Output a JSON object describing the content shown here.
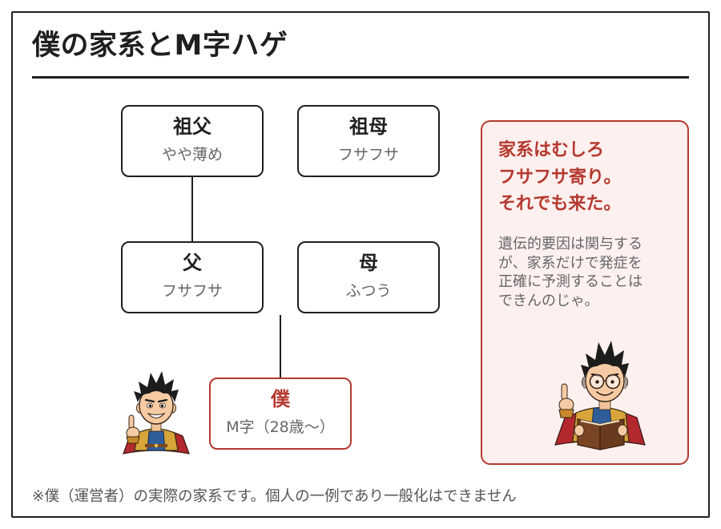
{
  "title": "僕の家系とM字ハゲ",
  "tree": {
    "grandfather": {
      "role": "祖父",
      "status": "やや薄め"
    },
    "grandmother": {
      "role": "祖母",
      "status": "フサフサ"
    },
    "father": {
      "role": "父",
      "status": "フサフサ"
    },
    "mother": {
      "role": "母",
      "status": "ふつう"
    },
    "self": {
      "role": "僕",
      "status": "M字（28歳〜）"
    }
  },
  "note": {
    "headline": [
      "家系はむしろ",
      "フサフサ寄り。",
      "それでも来た。"
    ],
    "body": [
      "遺伝的要因は関与する",
      "が、家系だけで発症を",
      "正確に予測することは",
      "できんのじゃ。"
    ]
  },
  "footer": "※僕（運営者）の実際の家系です。個人の一例であり一般化はできません",
  "icons": {
    "self_mascot": "boy-mascot-icon",
    "note_mascot": "professor-reading-icon"
  },
  "colors": {
    "accent": "#b5392f",
    "note_bg": "#fdf0ef",
    "ink": "#1f1f1f",
    "muted": "#666666"
  }
}
